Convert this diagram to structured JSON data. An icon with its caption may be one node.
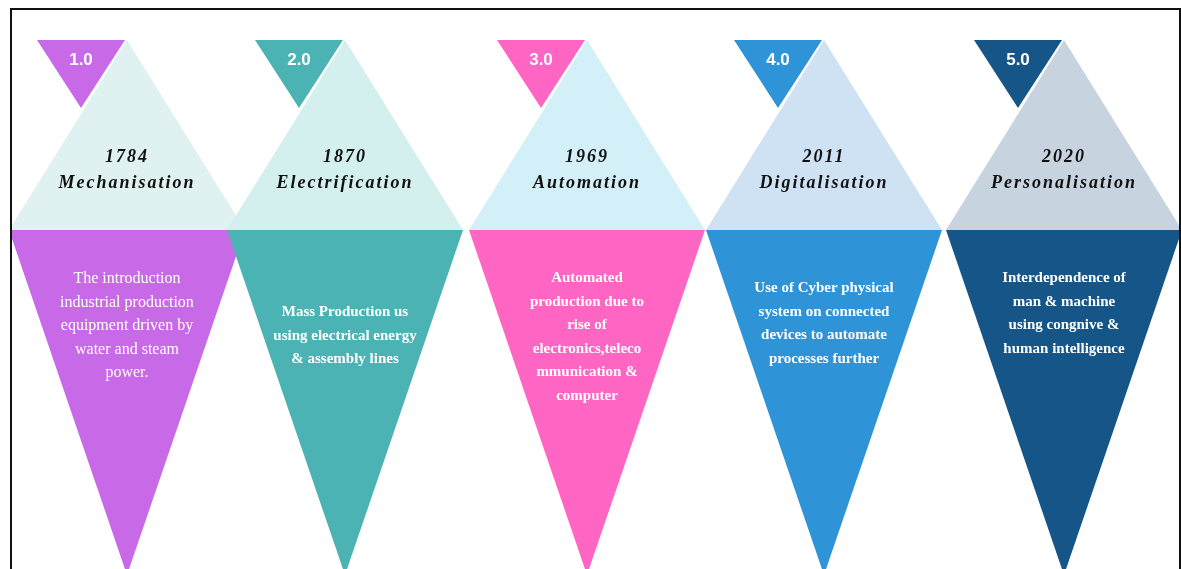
{
  "diagram": {
    "nodes": [
      {
        "text": [
          "1.0"
        ]
      },
      {
        "text": [
          "1784",
          "Mechanisation"
        ]
      },
      {
        "text": [
          "The introduction industrial production equipment driven by water and steam power."
        ]
      },
      {
        "text": [
          "2.0"
        ]
      },
      {
        "text": [
          "1870",
          "Electrification"
        ]
      },
      {
        "text": [
          "Mass Production us using electrical energy & assembly lines"
        ]
      },
      {
        "text": [
          "3.0"
        ]
      },
      {
        "text": [
          "1969",
          "Automation"
        ]
      },
      {
        "text": [
          "Automated production due to rise of electronics,teleco mmunication & computer"
        ]
      },
      {
        "text": [
          "4.0"
        ]
      },
      {
        "text": [
          "2011",
          "Digitalisation"
        ]
      },
      {
        "text": [
          "Use of Cyber physical system on connected devices to automate processes further"
        ]
      },
      {
        "text": [
          "5.0"
        ]
      },
      {
        "text": [
          "2020",
          "Personalisation"
        ]
      },
      {
        "text": [
          "Interdependence of man & machine using congnive & human intelligence"
        ]
      }
    ]
  }
}
